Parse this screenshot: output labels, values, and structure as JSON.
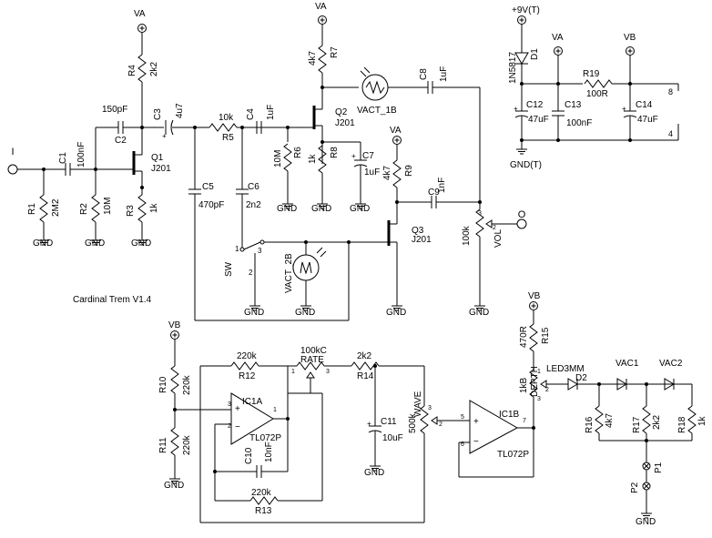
{
  "title": "Cardinal Trem V1.4",
  "labels": {
    "VA_top1": "VA",
    "VA_top2": "VA",
    "VA_q3": "VA",
    "VA_supply": "VA",
    "VB_supply": "VB",
    "VB_lfo": "VB",
    "VB_led": "VB",
    "V9": "+9V(T)",
    "in": "I",
    "out": "O",
    "gnd": "GND",
    "gndt": "GND(T)",
    "pin8": "8",
    "pin4": "4"
  },
  "components": {
    "R1": [
      "R1",
      "2M2"
    ],
    "R2": [
      "R2",
      "10M"
    ],
    "R3": [
      "R3",
      "1k"
    ],
    "R4": [
      "R4",
      "2k2"
    ],
    "R5": [
      "R5",
      "10k"
    ],
    "R6": [
      "R6",
      "10M"
    ],
    "R7": [
      "R7",
      "4k7"
    ],
    "R8": [
      "R8",
      "1k"
    ],
    "R9": [
      "R9",
      "4k7"
    ],
    "R10": [
      "R10",
      "220k"
    ],
    "R11": [
      "R11",
      "220k"
    ],
    "R12": [
      "R12",
      "220k"
    ],
    "R13": [
      "R13",
      "220k"
    ],
    "R14": [
      "R14",
      "2k2"
    ],
    "R15": [
      "R15",
      "470R"
    ],
    "R16": [
      "R16",
      "4k7"
    ],
    "R17": [
      "R17",
      "2k2"
    ],
    "R18": [
      "R18",
      "1k"
    ],
    "R19": [
      "R19",
      "100R"
    ],
    "C1": [
      "C1",
      "100nF"
    ],
    "C2": [
      "C2",
      "150pF"
    ],
    "C3": [
      "C3",
      "4u7"
    ],
    "C4": [
      "C4",
      "1uF"
    ],
    "C5": [
      "C5",
      "470pF"
    ],
    "C6": [
      "C6",
      "2n2"
    ],
    "C7": [
      "C7",
      "1uF"
    ],
    "C8": [
      "C8",
      "1uF"
    ],
    "C9": [
      "C9",
      "1nF"
    ],
    "C10": [
      "C10",
      "10nF"
    ],
    "C11": [
      "C11",
      "10uF"
    ],
    "C12": [
      "C12",
      "47uF"
    ],
    "C13": [
      "C13",
      "100nF"
    ],
    "C14": [
      "C14",
      "47uF"
    ],
    "Q1": [
      "Q1",
      "J201"
    ],
    "Q2": [
      "Q2",
      "J201"
    ],
    "Q3": [
      "Q3",
      "J201"
    ],
    "D1": [
      "D1",
      "1N5817"
    ],
    "D2": [
      "D2",
      "LED3MM"
    ],
    "IC1A": [
      "IC1A",
      "TL072P"
    ],
    "IC1B": [
      "IC1B",
      "TL072P"
    ],
    "VACT_1B": "VACT_1B",
    "VACT_2B": "VACT_2B",
    "VAC1": "VAC1",
    "VAC2": "VAC2",
    "SW": "SW",
    "P1": "P1",
    "P2": "P2",
    "VOL": [
      "VOL",
      "100k"
    ],
    "RATE": [
      "RATE",
      "100kC"
    ],
    "WAVE": [
      "WAVE",
      "500k"
    ],
    "DEPTH": [
      "DEPTH",
      "1kB"
    ]
  },
  "pins": {
    "p1": "1",
    "p2": "2",
    "p3": "3",
    "p5": "5",
    "p6": "6",
    "p7": "7"
  }
}
